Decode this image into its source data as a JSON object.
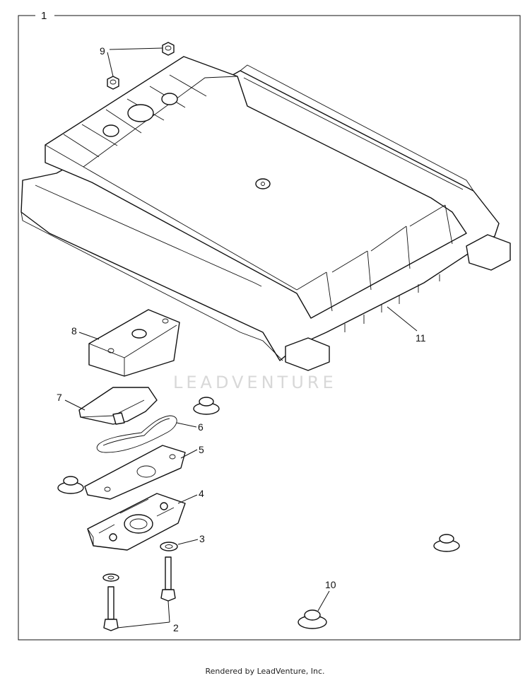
{
  "diagram": {
    "frame_label": "1",
    "watermark": "LEADVENTURE",
    "callouts": [
      {
        "id": "9",
        "label": "9"
      },
      {
        "id": "8",
        "label": "8"
      },
      {
        "id": "7",
        "label": "7"
      },
      {
        "id": "6",
        "label": "6"
      },
      {
        "id": "5",
        "label": "5"
      },
      {
        "id": "4",
        "label": "4"
      },
      {
        "id": "3",
        "label": "3"
      },
      {
        "id": "2",
        "label": "2"
      },
      {
        "id": "10",
        "label": "10"
      },
      {
        "id": "11",
        "label": "11"
      }
    ]
  },
  "footer": {
    "text": "Rendered by LeadVenture, Inc."
  }
}
